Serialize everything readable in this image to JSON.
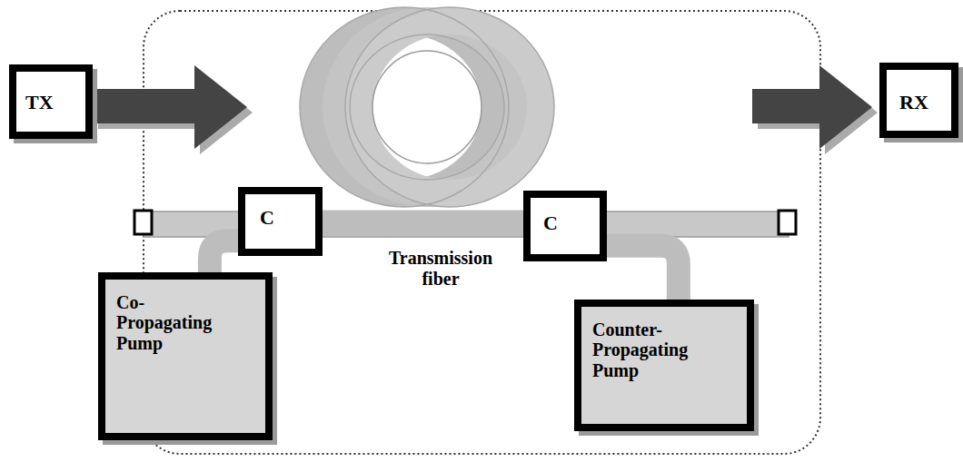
{
  "diagram": {
    "nodes": [
      {
        "text": [
          "TX"
        ]
      },
      {
        "text": [
          "RX"
        ]
      },
      {
        "text": [
          "C"
        ]
      },
      {
        "text": [
          "C"
        ]
      },
      {
        "text": [
          "Co- Propagating Pump"
        ]
      },
      {
        "text": [
          "Counter- Propagating Pump"
        ]
      }
    ],
    "edges": [
      {
        "from": 4,
        "to": 2,
        "arrow": "none"
      },
      {
        "from": 5,
        "to": 3,
        "arrow": "none"
      },
      {
        "from": 2,
        "to": 3,
        "arrow": "none"
      }
    ],
    "labels": [
      "Transmission fiber"
    ]
  }
}
